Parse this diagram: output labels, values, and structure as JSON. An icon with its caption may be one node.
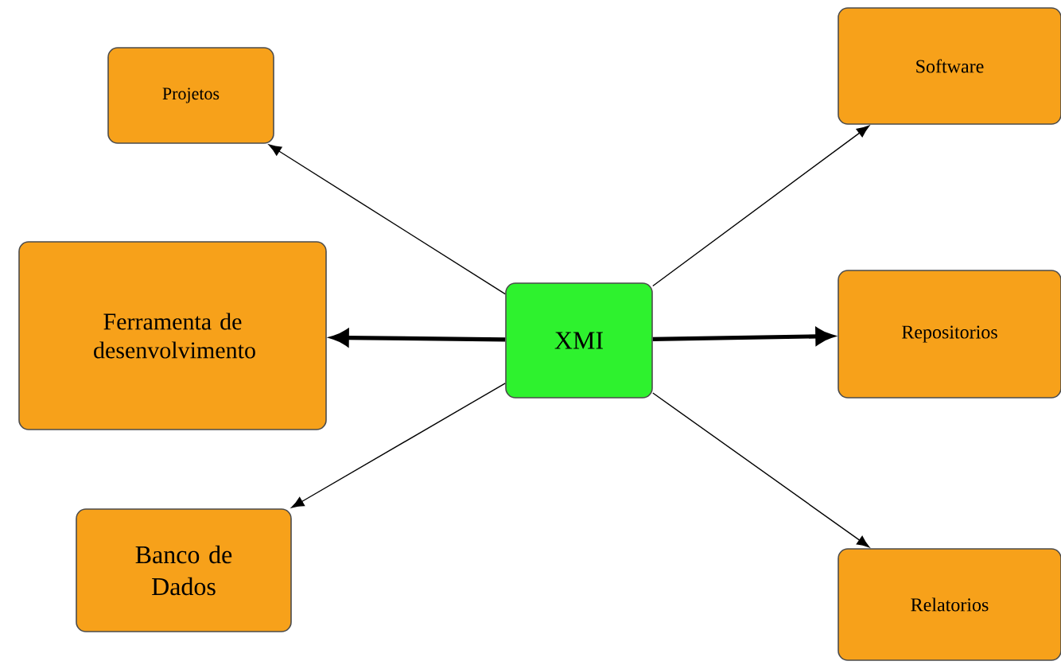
{
  "diagram": {
    "nodes": [
      {
        "text": [
          "Projetos"
        ]
      },
      {
        "text": [
          "Software"
        ]
      },
      {
        "text": [
          "Ferramenta de desenvolvimento"
        ]
      },
      {
        "text": [
          "XMI"
        ]
      },
      {
        "text": [
          "Repositorios"
        ]
      },
      {
        "text": [
          "Banco de Dados"
        ]
      },
      {
        "text": [
          "Relatorios"
        ]
      }
    ],
    "edges": [
      {
        "from": 3,
        "to": 0,
        "arrow": "to"
      },
      {
        "from": 3,
        "to": 1,
        "arrow": "to"
      },
      {
        "from": 3,
        "to": 2,
        "arrow": "to",
        "style": "thick"
      },
      {
        "from": 3,
        "to": 4,
        "arrow": "to",
        "style": "thick"
      },
      {
        "from": 3,
        "to": 5,
        "arrow": "to"
      },
      {
        "from": 3,
        "to": 6,
        "arrow": "to"
      }
    ]
  }
}
